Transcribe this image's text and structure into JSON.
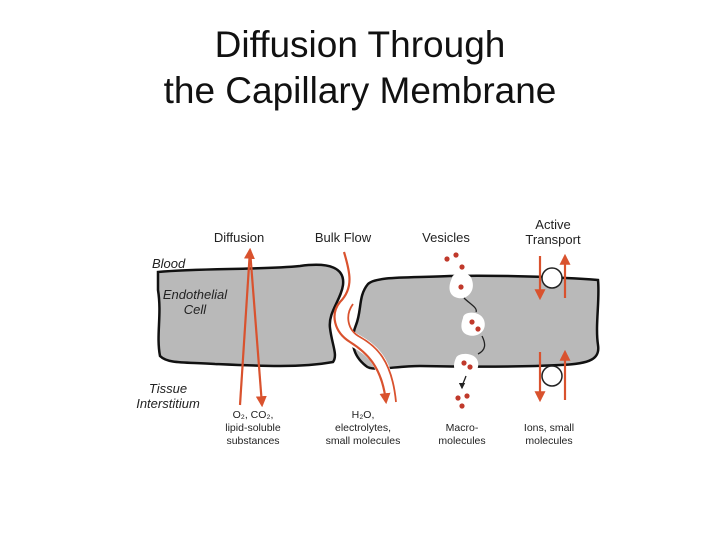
{
  "slide": {
    "title_line1": "Diffusion Through",
    "title_line2": "the Capillary Membrane"
  },
  "diagram": {
    "column_headers": {
      "diffusion": "Diffusion",
      "bulk_flow": "Bulk Flow",
      "vesicles": "Vesicles",
      "active_transport_line1": "Active",
      "active_transport_line2": "Transport"
    },
    "side_labels": {
      "blood": "Blood",
      "endothelial_line1": "Endothelial",
      "endothelial_line2": "Cell",
      "tissue_line1": "Tissue",
      "tissue_line2": "Interstitium"
    },
    "captions": {
      "diffusion_line1": "O₂, CO₂,",
      "diffusion_line2": "lipid-soluble",
      "diffusion_line3": "substances",
      "bulk_line1": "H₂O,",
      "bulk_line2": "electrolytes,",
      "bulk_line3": "small molecules",
      "vesicles_line1": "Macro-",
      "vesicles_line2": "molecules",
      "active_line1": "Ions, small",
      "active_line2": "molecules"
    },
    "colors": {
      "arrow": "#d9522e",
      "cell_fill": "#b9b9b9",
      "cell_outline": "#111111",
      "particle": "#c0392b"
    }
  }
}
